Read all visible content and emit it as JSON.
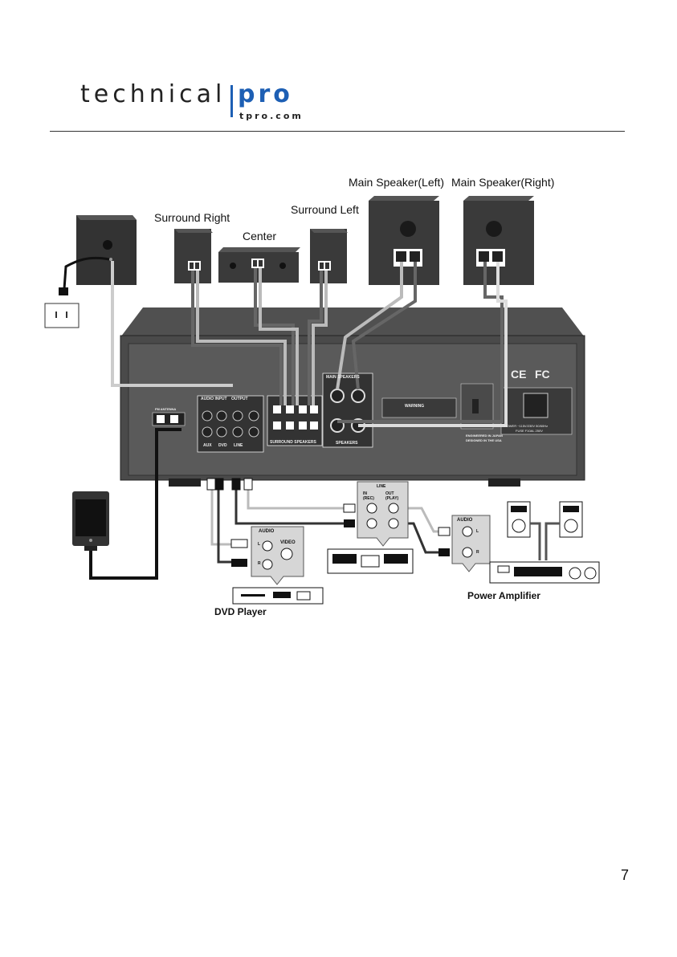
{
  "brand": {
    "word": "technical",
    "pro": "pro",
    "url": "tpro.com"
  },
  "labels": {
    "main_left": "Main Speaker(Left)",
    "main_right": "Main Speaker(Right)",
    "surround_right": "Surround Right",
    "surround_left": "Surround Left",
    "center": "Center",
    "dvd_player": "DVD Player",
    "power_amplifier": "Power Amplifier"
  },
  "panel": {
    "audio_input": "AUDIO INPUT",
    "output": "OUTPUT",
    "aux": "AUX",
    "dvd": "DVD",
    "line": "LINE",
    "surround_speakers": "SURROUND SPEAKERS",
    "main_speakers": "MAIN SPEAKERS",
    "speakers": "SPEAKERS",
    "fm_antenna": "FM ANTENNA",
    "warning": "WARNING",
    "engineered": "ENGINEERED IN JAPAN",
    "designed": "DESIGNED IN THE USA",
    "power": "POWER ~115V/230V 50/60Hz",
    "fuse": "FUSE F10AL 250V",
    "ce": "CE",
    "fc": "FC"
  },
  "devices": {
    "dvd_audio": "AUDIO",
    "dvd_video": "VIDEO",
    "l": "L",
    "r": "R",
    "line": "LINE",
    "in_rec": "IN (REC)",
    "out_play": "OUT (PLAY)",
    "audio": "AUDIO"
  },
  "page_number": "7"
}
